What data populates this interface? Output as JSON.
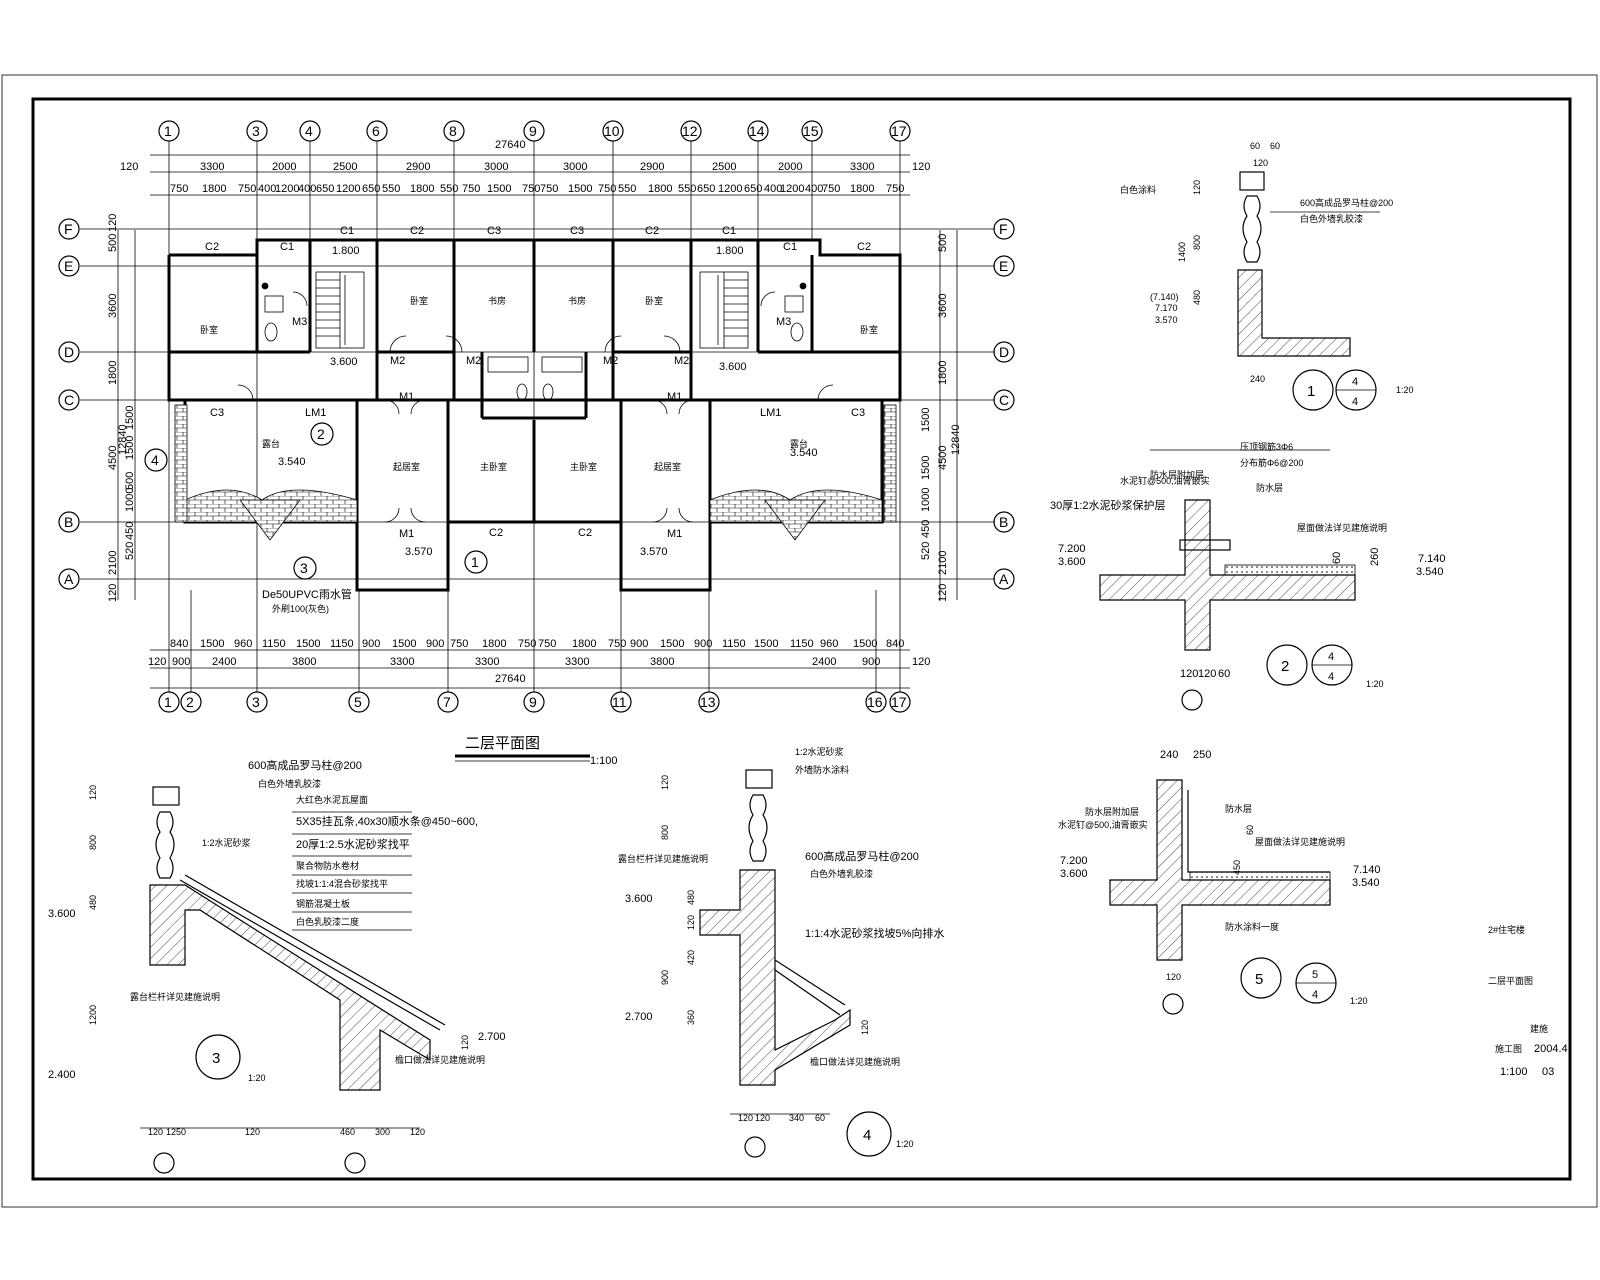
{
  "plan": {
    "title": "二层平面图",
    "scale": "1:100",
    "overall_width": "27640",
    "overall_depth": "12840",
    "top_axes": [
      "1",
      "3",
      "4",
      "6",
      "8",
      "9",
      "10",
      "12",
      "14",
      "15",
      "17"
    ],
    "bottom_axes": [
      "1",
      "2",
      "3",
      "5",
      "7",
      "9",
      "11",
      "13",
      "16",
      "17"
    ],
    "row_axes": [
      "F",
      "E",
      "D",
      "C",
      "B",
      "A"
    ],
    "top_dims_row1": [
      "120",
      "3300",
      "2000",
      "2500",
      "2900",
      "3000",
      "3000",
      "2900",
      "2500",
      "2000",
      "3300",
      "120"
    ],
    "top_dims_row2": [
      "750",
      "1800",
      "750",
      "400",
      "1200",
      "400",
      "650",
      "1200",
      "650",
      "550",
      "1800",
      "550",
      "750",
      "1500",
      "750",
      "750",
      "1500",
      "750",
      "550",
      "1800",
      "550",
      "650",
      "1200",
      "650",
      "400",
      "1200",
      "400",
      "750",
      "1800",
      "750"
    ],
    "bottom_dims_row1": [
      "840",
      "1500",
      "960",
      "1150",
      "1500",
      "1150",
      "900",
      "1500",
      "900",
      "750",
      "1800",
      "750",
      "750",
      "1800",
      "750",
      "900",
      "1500",
      "900",
      "1150",
      "1500",
      "1150",
      "960",
      "1500",
      "840"
    ],
    "bottom_dims_row2": [
      "120",
      "900",
      "2400",
      "3800",
      "3300",
      "3300",
      "3300",
      "3800",
      "2400",
      "900",
      "120"
    ],
    "left_dims": [
      "120",
      "500",
      "3600",
      "1800",
      "1500",
      "4500",
      "500",
      "1000",
      "1500",
      "520",
      "450",
      "2100",
      "120"
    ],
    "right_dims": [
      "500",
      "3600",
      "1800",
      "1500",
      "1500",
      "4500",
      "1000",
      "520",
      "450",
      "2100",
      "120"
    ],
    "windows": [
      "C1",
      "C2",
      "C3",
      "M1",
      "M2",
      "M3",
      "LM1"
    ],
    "dim_1800": "1.800",
    "elev_3600": "3.600",
    "elev_3540": "3.540",
    "elev_3570": "3.570",
    "pipe_note": "De50UPVC雨水管",
    "pipe_note2": "外刷100(灰色)",
    "rooms_labels": [
      "卧室",
      "卧室",
      "书房",
      "书房",
      "卧室",
      "卧室",
      "露台",
      "起居室",
      "主卧室",
      "主卧室",
      "起居室",
      "露台"
    ]
  },
  "detail1": {
    "number": "1",
    "ref_top": "4",
    "ref_bottom": "4",
    "scale": "1:20",
    "note1": "600高成品罗马柱@200",
    "note2": "白色外墙乳胶漆",
    "note3": "白色涂料",
    "dims": [
      "60",
      "60",
      "120",
      "120",
      "800",
      "1400",
      "480",
      "240"
    ],
    "elev": [
      "(7.140)",
      "7.170",
      "3.570"
    ]
  },
  "detail2": {
    "number": "2",
    "ref_top": "4",
    "ref_bottom": "4",
    "scale": "1:20",
    "note1": "防水层附加层",
    "note2": "压顶钢筋3Φ6",
    "note3": "水泥钉@500,油膏嵌实",
    "note4": "分布筋Φ6@200",
    "note5": "30厚1:2水泥砂浆保护层",
    "note6": "防水层",
    "note7": "屋面做法详见建施说明",
    "dims": [
      "60",
      "260",
      "120",
      "120",
      "60"
    ],
    "elev": [
      "7.200",
      "3.600",
      "7.140",
      "3.540"
    ]
  },
  "detail3": {
    "number": "3",
    "scale": "1:20",
    "note1": "600高成品罗马柱@200",
    "note2": "白色外墙乳胶漆",
    "note3": "1:2水泥砂浆",
    "layers": [
      "大红色水泥瓦屋面",
      "5X35挂瓦条,40x30顺水条@450~600,",
      "20厚1:2.5水泥砂浆找平",
      "聚合物防水卷材",
      "找坡1:1:4混合砂浆找平",
      "钢筋混凝土板",
      "白色乳胶漆二度"
    ],
    "note4": "露台栏杆详见建施说明",
    "note5": "檐口做法详见建施说明",
    "dims": [
      "120",
      "800",
      "480",
      "1200",
      "120",
      "120",
      "1250",
      "120",
      "460",
      "300",
      "120"
    ],
    "elev": [
      "3.600",
      "2.700",
      "2.400"
    ]
  },
  "detail4": {
    "number": "4",
    "scale": "1:20",
    "note1": "1:2水泥砂浆",
    "note2": "外墙防水涂料",
    "note3": "600高成品罗马柱@200",
    "note4": "白色外墙乳胶漆",
    "note5": "露台栏杆详见建施说明",
    "note6": "1:1:4水泥砂浆找坡5%向排水",
    "note7": "檐口做法详见建施说明",
    "dims": [
      "120",
      "800",
      "480",
      "120",
      "420",
      "900",
      "360",
      "120",
      "120",
      "120",
      "340",
      "60"
    ],
    "elev": [
      "3.600",
      "2.700"
    ]
  },
  "detail5": {
    "number": "5",
    "ref_top": "5",
    "ref_bottom": "4",
    "scale": "1:20",
    "note1": "防水层附加层",
    "note2": "水泥钉@500,油膏嵌实",
    "note3": "防水层",
    "note4": "屋面做法详见建施说明",
    "note5": "防水涂料一度",
    "dims": [
      "240",
      "250",
      "60",
      "450",
      "120"
    ],
    "elev": [
      "7.200",
      "3.600",
      "7.140",
      "3.540"
    ]
  },
  "titleblock": {
    "project": "2#住宅楼",
    "drawing": "二层平面图",
    "label1": "建施",
    "label2": "施工图",
    "date": "2004.4",
    "scale": "1:100",
    "sheet": "03"
  }
}
